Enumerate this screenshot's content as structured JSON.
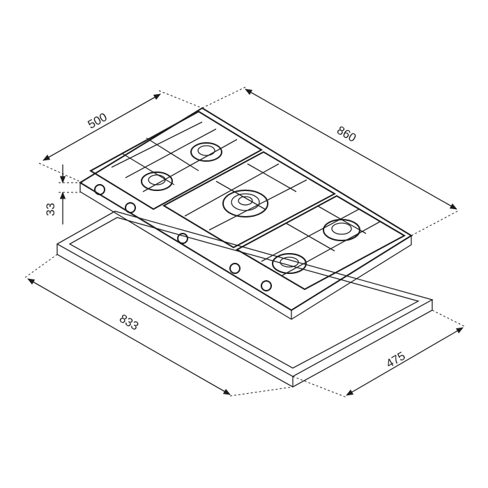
{
  "diagram": {
    "title": "Gas hob dimensions",
    "dimensions": {
      "depth": "500",
      "width": "860",
      "height": "33",
      "cutout_width": "833",
      "cutout_depth": "475"
    },
    "burner_count": 5,
    "knob_count": 5,
    "line_color": "#1a1a1a"
  }
}
